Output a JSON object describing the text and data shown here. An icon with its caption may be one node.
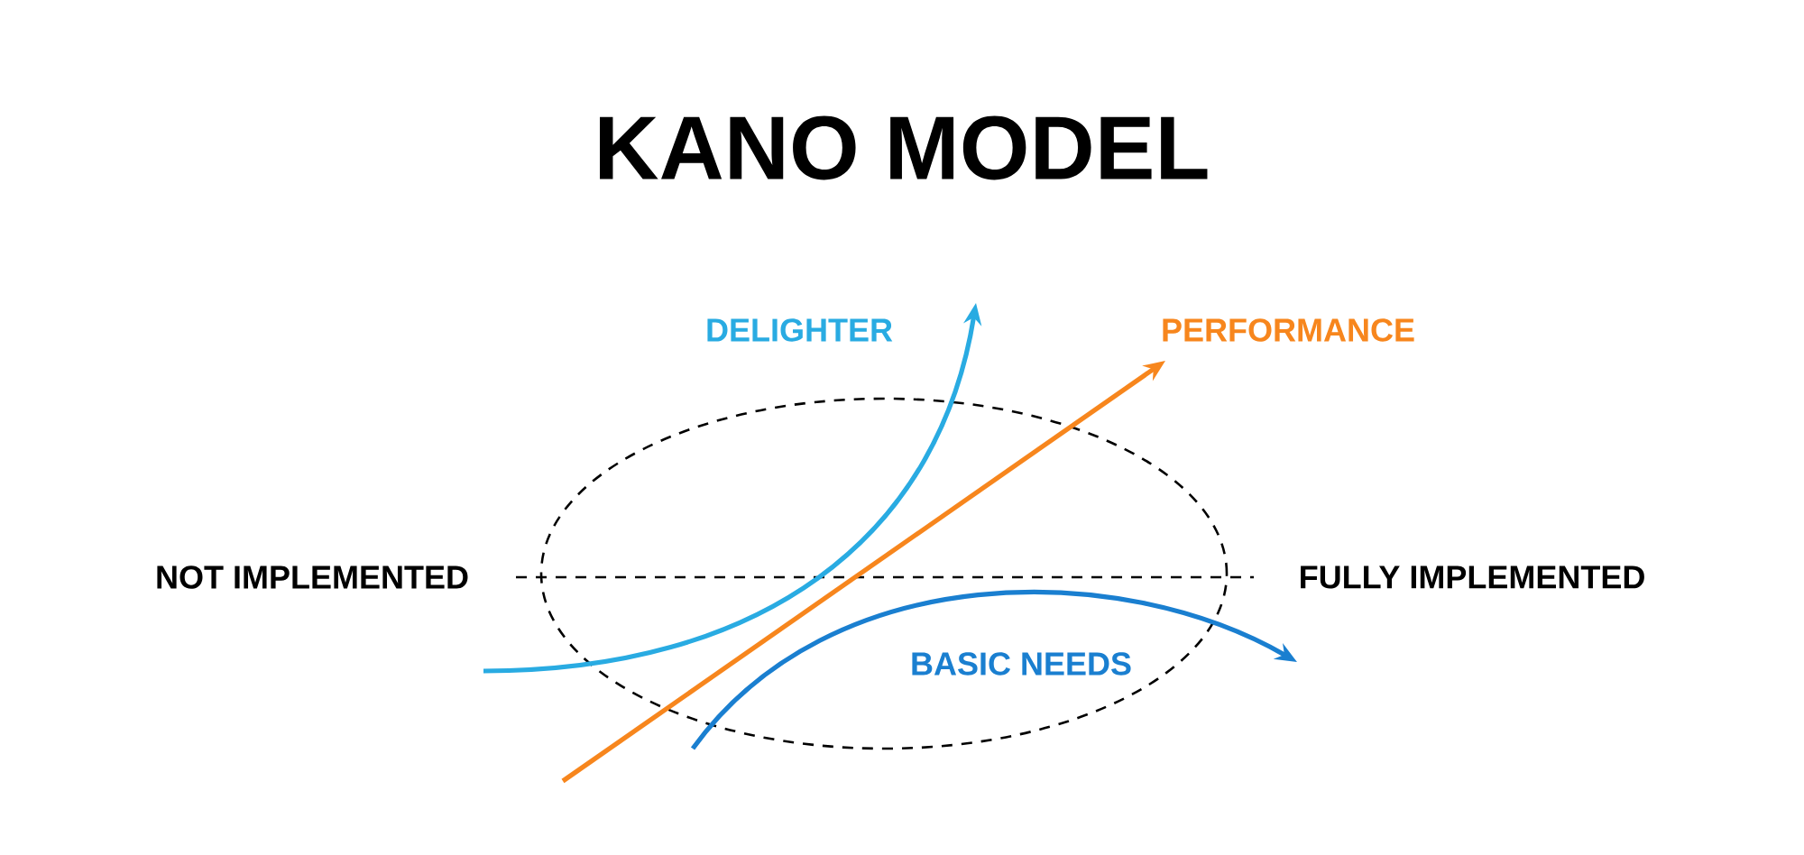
{
  "diagram": {
    "title": "KANO MODEL",
    "labels": [
      "DELIGHTER",
      "PERFORMANCE",
      "NOT IMPLEMENTED",
      "FULLY IMPLEMENTED",
      "BASIC NEEDS"
    ]
  }
}
